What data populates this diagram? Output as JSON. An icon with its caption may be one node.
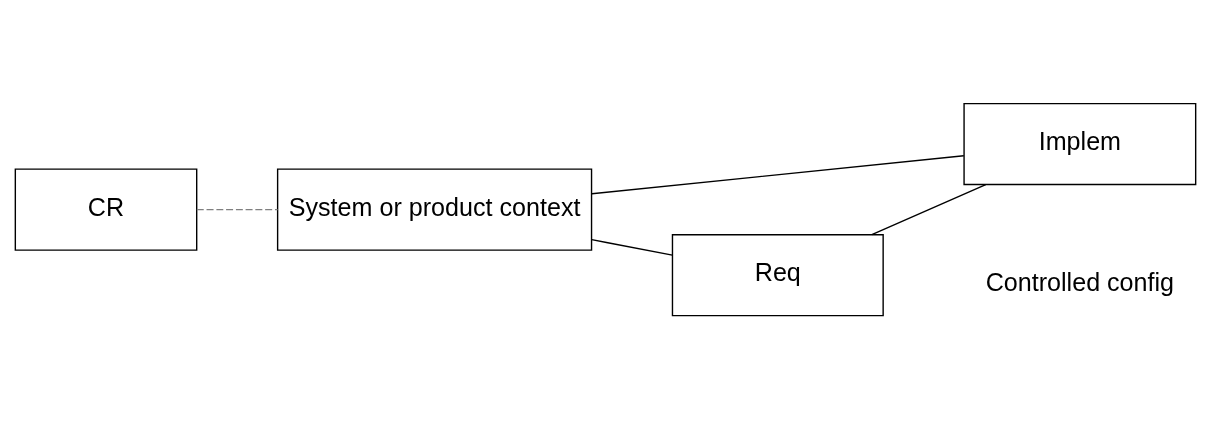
{
  "diagram": {
    "nodes": [
      {
        "text": [
          "CR"
        ]
      },
      {
        "text": [
          "System or product context"
        ]
      },
      {
        "text": [
          "Req"
        ]
      },
      {
        "text": [
          "Implem"
        ]
      }
    ],
    "edges": [
      {
        "from": 0,
        "to": 1,
        "arrow": "none",
        "style": "dashed",
        "color": "#808080"
      },
      {
        "from": 1,
        "to": 2,
        "arrow": "none"
      },
      {
        "from": 1,
        "to": 3,
        "arrow": "none"
      },
      {
        "from": 2,
        "to": 3,
        "arrow": "none"
      }
    ],
    "labels": [
      "Controlled config"
    ]
  }
}
